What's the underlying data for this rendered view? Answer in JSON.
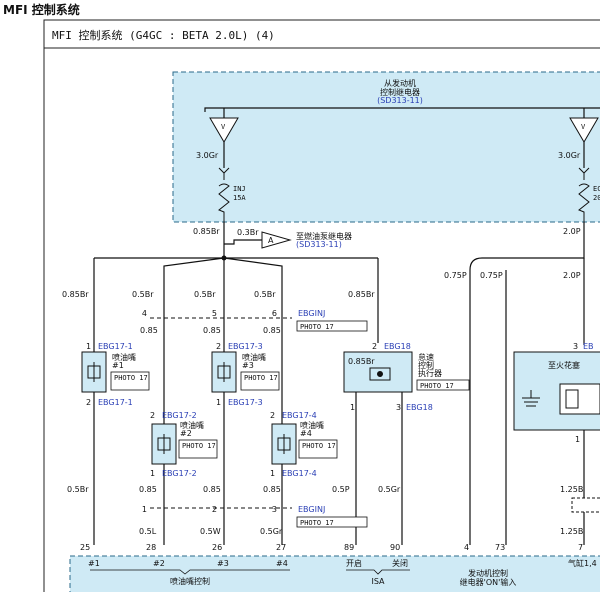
{
  "page_title": "MFI 控制系统",
  "frame_title": "MFI 控制系统 (G4GC : BETA 2.0L) (4)",
  "relay_box": {
    "line1": "从发动机",
    "line2": "控制继电器",
    "ref": "(SD313-11)"
  },
  "fuses": [
    {
      "id": "left",
      "name": "INJ",
      "rating": "15A",
      "wire": "3.0Gr"
    },
    {
      "id": "right",
      "name": "EC",
      "rating": "20",
      "wire": "3.0Gr"
    }
  ],
  "wires": {
    "main_left": "0.85Br",
    "branch": "0.3Br",
    "right_top": "2.0P",
    "w075p_a": "0.75P",
    "w075p_b": "0.75P",
    "w20p": "2.0P",
    "inj1": "0.85Br",
    "inj2": "0.5Br",
    "inj3": "0.5Br",
    "inj4": "0.5Br",
    "isa_top": "0.85Br",
    "inj2_mid": "0.85",
    "inj3_mid": "0.85",
    "inj4_mid": "0.85",
    "inj1_bot": "0.5Br",
    "inj2_bot": "0.85",
    "inj3_bot": "0.85",
    "inj4_bot": "0.85",
    "isa_open": "0.5P",
    "isa_close": "0.5Gr",
    "inj2_low": "0.5L",
    "inj3_low": "0.5W",
    "inj4_low": "0.5Gr",
    "coil_a": "1.25B",
    "coil_b": "1.25B"
  },
  "fuel_pump": {
    "marker": "A",
    "label": "至燃油泵继电器",
    "ref": "(SD313-11)"
  },
  "connectors": {
    "ebginj_top": "EBGINJ",
    "photo_top": "PHOTO 17",
    "ebginj_bot": "EBGINJ",
    "photo_bot": "PHOTO 17",
    "pins_top": [
      "4",
      "5",
      "6"
    ],
    "pins_bot": [
      "1",
      "2",
      "3"
    ]
  },
  "injectors": [
    {
      "name": "喷油嘴",
      "num": "#1",
      "conn": "EBG17-1",
      "photo": "PHOTO 17"
    },
    {
      "name": "喷油嘴",
      "num": "#2",
      "conn": "EBG17-2",
      "photo": "PHOTO 17"
    },
    {
      "name": "喷油嘴",
      "num": "#3",
      "conn": "EBG17-3",
      "photo": "PHOTO 17"
    },
    {
      "name": "喷油嘴",
      "num": "#4",
      "conn": "EBG17-4",
      "photo": "PHOTO 17"
    }
  ],
  "isa": {
    "label1": "怠速",
    "label2": "控制",
    "label3": "执行器",
    "conn": "EBG18",
    "photo": "PHOTO 17",
    "wire_in": "0.85Br"
  },
  "ignition": {
    "label": "至火花塞",
    "ebg": "EB"
  },
  "ecm_pins": [
    "25",
    "28",
    "26",
    "27",
    "89",
    "90",
    "4",
    "73",
    "7"
  ],
  "ecm_labels": {
    "i1": "#1",
    "i2": "#2",
    "i3": "#3",
    "i4": "#4",
    "injector_group": "喷油嘴控制",
    "open": "开启",
    "close": "关闭",
    "isa_group": "ISA",
    "relay1": "发动机控制",
    "relay2": "继电器'ON'输入",
    "cyl": "气缸1,4"
  },
  "pin_nums": {
    "one": "1",
    "two": "2",
    "three": "3"
  },
  "colors": {
    "box_fill": "#cfeaf5",
    "box_stroke": "#2a6a8a",
    "label_blue": "#2a3fb5"
  }
}
